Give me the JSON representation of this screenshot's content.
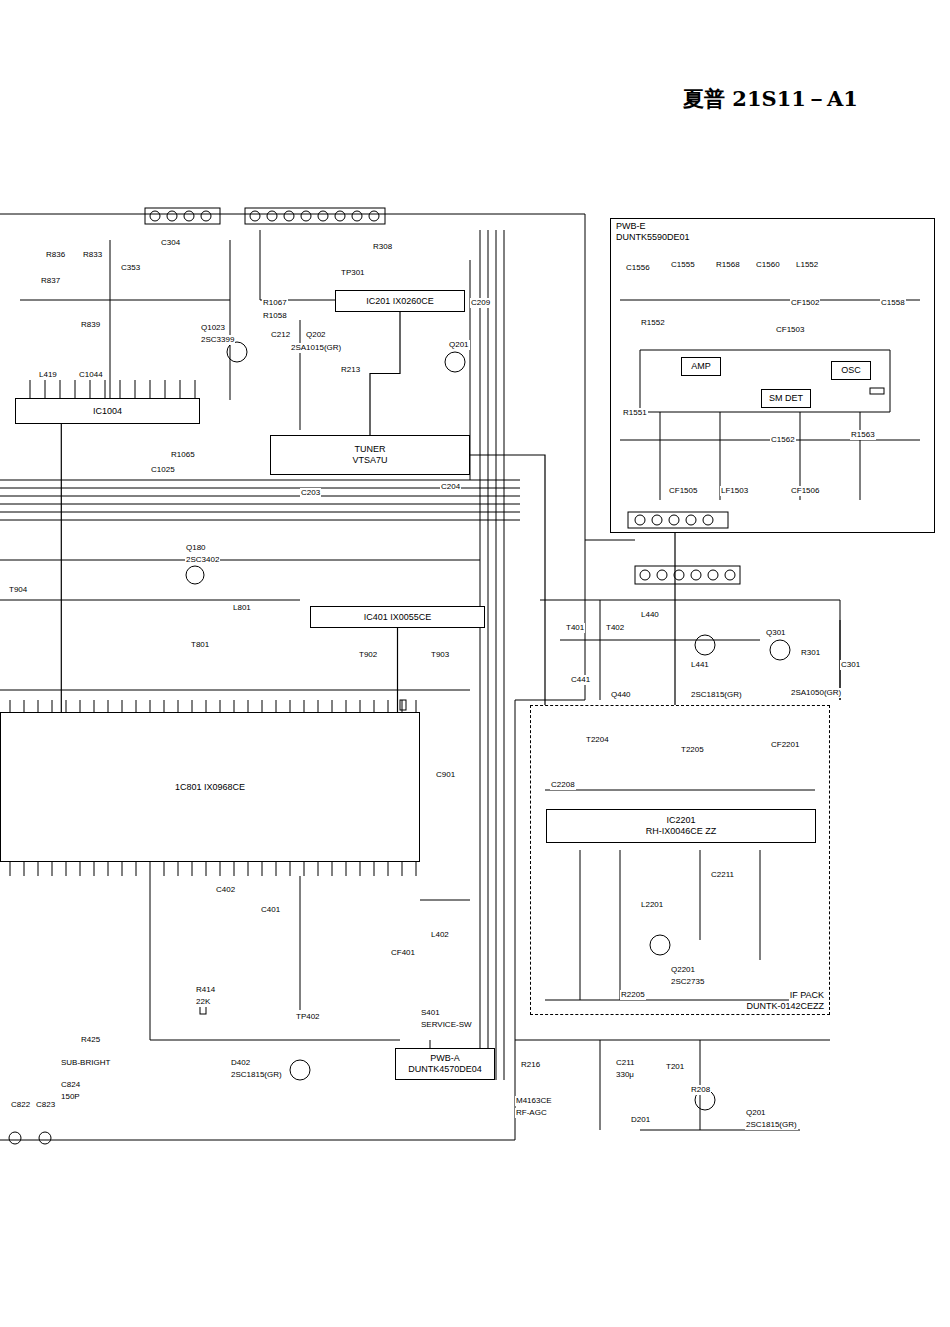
{
  "diagram": {
    "title": "夏普 21S11－A1",
    "nodes": [
      {
        "text": [
          "IC1004"
        ]
      },
      {
        "text": [
          "IC201 IX0260CE"
        ]
      },
      {
        "text": [
          "TUNER",
          "VTSA7U"
        ]
      },
      {
        "text": [
          "PWB-E",
          "DUNTK5590DE01"
        ]
      },
      {
        "text": [
          "AMP"
        ],
        "in": 3
      },
      {
        "text": [
          "SM DET"
        ],
        "in": 3
      },
      {
        "text": [
          "OSC"
        ],
        "in": 3
      },
      {
        "text": [
          "IC401 IX0055CE"
        ]
      },
      {
        "text": [
          "1C801 IX0968CE"
        ]
      },
      {
        "text": [
          "IF PACK",
          "DUNTK-0142CEZZ"
        ]
      },
      {
        "text": [
          "IC2201",
          "RH-IX0046CE ZZ"
        ],
        "in": 9
      },
      {
        "text": [
          "PWB-A",
          "DUNTK4570DE04"
        ]
      }
    ],
    "edges": [
      {
        "from": 0,
        "to": 8,
        "arrow": "none"
      },
      {
        "from": 2,
        "to": 9,
        "arrow": "none"
      },
      {
        "from": 3,
        "to": 9,
        "arrow": "none"
      },
      {
        "from": 7,
        "to": 8,
        "arrow": "none"
      },
      {
        "from": 1,
        "to": 2,
        "arrow": "none"
      }
    ],
    "labels": [
      "R836",
      "R833",
      "C353",
      "R837",
      "R839",
      "L419",
      "C1044",
      "C304",
      "Q1023",
      "2SC3399",
      "R308",
      "TP301",
      "R1067",
      "R1058",
      "C212",
      "Q202",
      "2SA1015(GR)",
      "R213",
      "C209",
      "Q201",
      "R1065",
      "C1025",
      "C203",
      "C204",
      "Q180",
      "2SC3402",
      "T904",
      "L801",
      "T801",
      "T902",
      "T903",
      "C901",
      "C402",
      "C401",
      "L402",
      "CF401",
      "R414",
      "22K",
      "TP402",
      "S401",
      "SERVICE-SW",
      "R425",
      "D402",
      "2SC1815(GR)",
      "SUB-BRIGHT",
      "C824",
      "150P",
      "C822",
      "C823",
      "T401",
      "T402",
      "L440",
      "C441",
      "L441",
      "Q301",
      "R301",
      "C301",
      "Q440",
      "2SC1815(GR)",
      "2SA1050(GR)",
      "T2204",
      "T2205",
      "CF2201",
      "C2208",
      "C2211",
      "L2201",
      "Q2201",
      "2SC2735",
      "R2205",
      "R216",
      "M4163CE",
      "RF-AGC",
      "C211",
      "330μ",
      "T201",
      "R208",
      "D201",
      "Q201",
      "2SC1815(GR)",
      "C1556",
      "C1555",
      "R1568",
      "C1560",
      "L1552",
      "CF1502",
      "C1558",
      "R1552",
      "CF1503",
      "R1551",
      "C1562",
      "R1563",
      "CF1505",
      "LF1503",
      "CF1506"
    ]
  }
}
